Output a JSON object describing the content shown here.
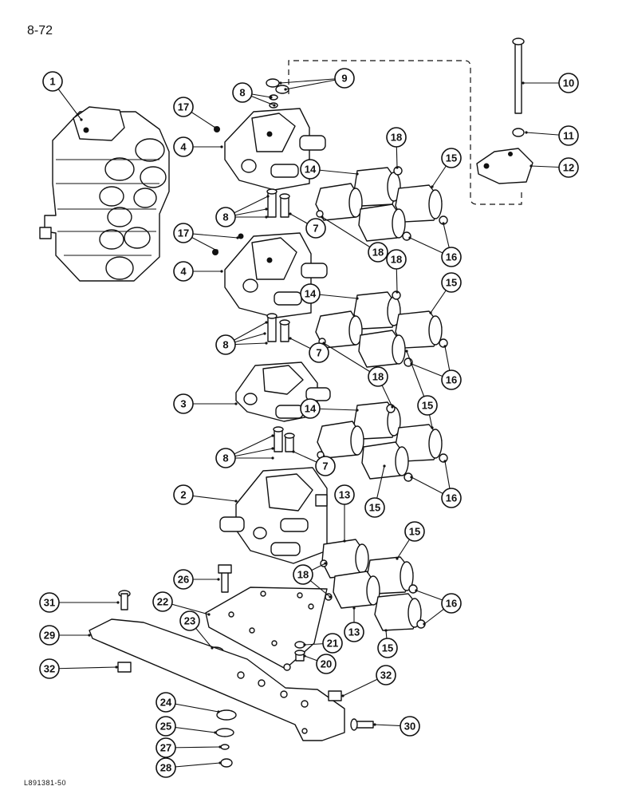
{
  "page_number": "8-72",
  "figure_code": "L891381-50",
  "callouts": [
    {
      "label": "1"
    },
    {
      "label": "4"
    },
    {
      "label": "17"
    },
    {
      "label": "8"
    },
    {
      "label": "9"
    },
    {
      "label": "10"
    },
    {
      "label": "11"
    },
    {
      "label": "12"
    },
    {
      "label": "18"
    },
    {
      "label": "15"
    },
    {
      "label": "14"
    },
    {
      "label": "8"
    },
    {
      "label": "7"
    },
    {
      "label": "16"
    },
    {
      "label": "18"
    },
    {
      "label": "17"
    },
    {
      "label": "4"
    },
    {
      "label": "18"
    },
    {
      "label": "15"
    },
    {
      "label": "14"
    },
    {
      "label": "8"
    },
    {
      "label": "7"
    },
    {
      "label": "16"
    },
    {
      "label": "18"
    },
    {
      "label": "15"
    },
    {
      "label": "3"
    },
    {
      "label": "14"
    },
    {
      "label": "8"
    },
    {
      "label": "7"
    },
    {
      "label": "16"
    },
    {
      "label": "15"
    },
    {
      "label": "2"
    },
    {
      "label": "13"
    },
    {
      "label": "15"
    },
    {
      "label": "26"
    },
    {
      "label": "18"
    },
    {
      "label": "16"
    },
    {
      "label": "31"
    },
    {
      "label": "22"
    },
    {
      "label": "13"
    },
    {
      "label": "15"
    },
    {
      "label": "29"
    },
    {
      "label": "23"
    },
    {
      "label": "21"
    },
    {
      "label": "20"
    },
    {
      "label": "32"
    },
    {
      "label": "32"
    },
    {
      "label": "24"
    },
    {
      "label": "30"
    },
    {
      "label": "25"
    },
    {
      "label": "27"
    },
    {
      "label": "28"
    }
  ]
}
